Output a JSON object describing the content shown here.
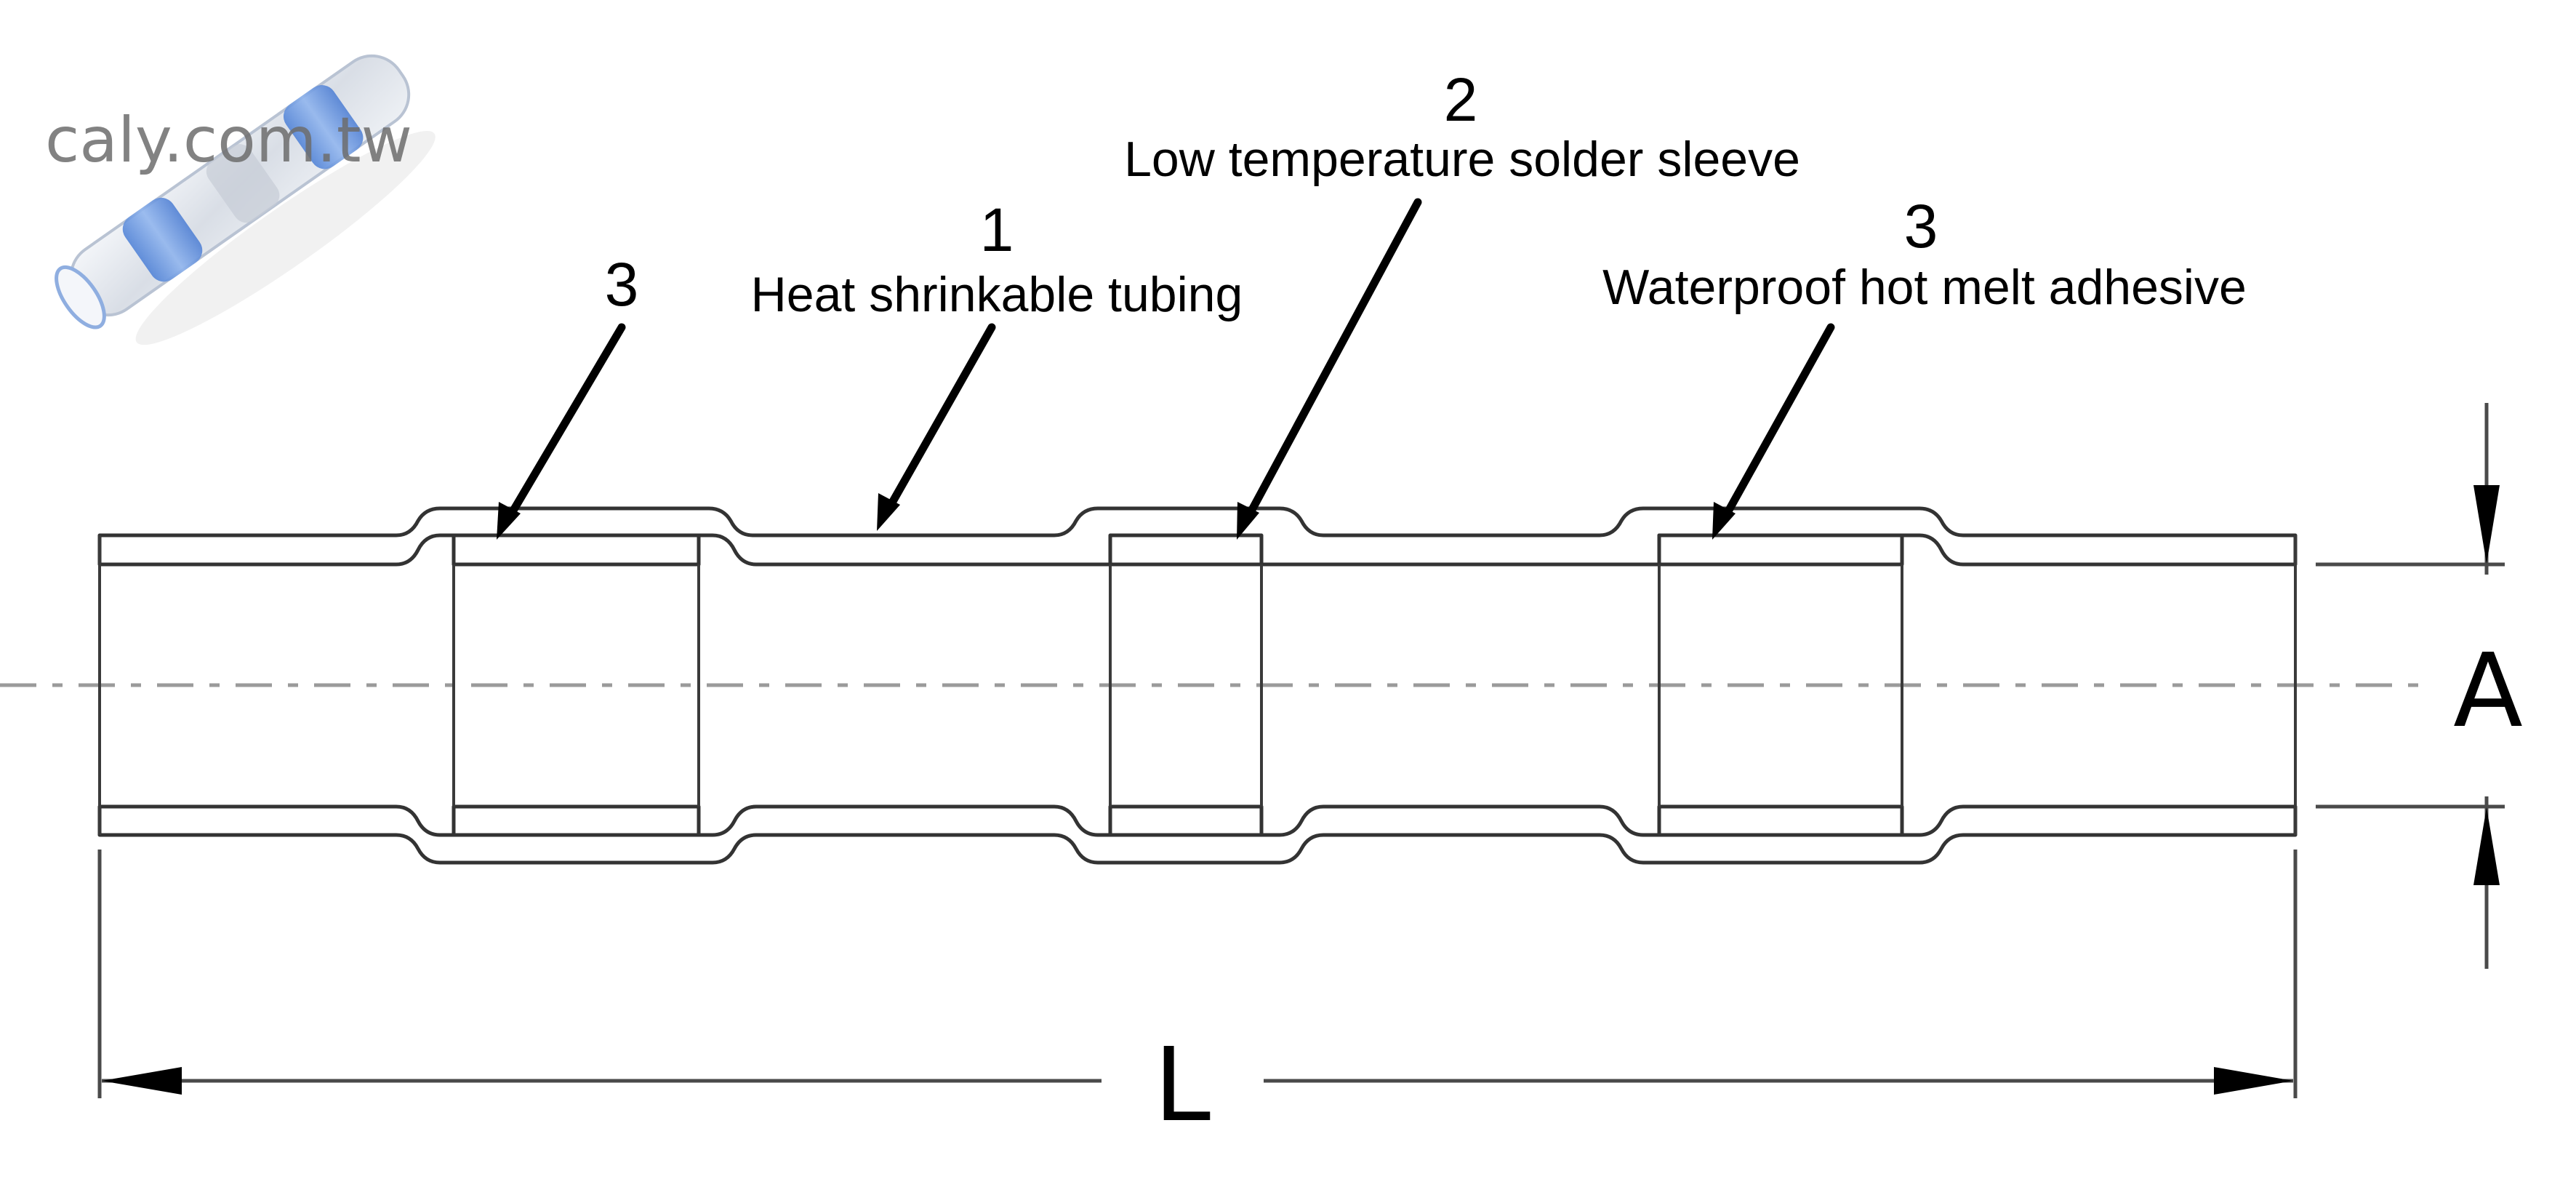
{
  "diagram": {
    "title": "Solder seal heat shrink butt connector cross-section",
    "watermark": "caly.com.tw",
    "product_photo": {
      "description": "clear heat shrink tube with two blue adhesive rings and a central solder ring",
      "band_color": "#5b8fe0",
      "tube_color": "#dfe5ee"
    },
    "callouts": [
      {
        "id": "adhesive-left",
        "number": "3",
        "label": ""
      },
      {
        "id": "tubing",
        "number": "1",
        "label": "Heat shrinkable tubing"
      },
      {
        "id": "solder",
        "number": "2",
        "label": "Low temperature solder sleeve"
      },
      {
        "id": "adhesive-right",
        "number": "3",
        "label": "Waterproof hot melt adhesive"
      }
    ],
    "dimensions": {
      "length_label": "L",
      "diameter_label": "A"
    },
    "colors": {
      "line": "#333333",
      "centerline": "#9a9a9a",
      "text": "#000000",
      "background": "#ffffff"
    }
  }
}
